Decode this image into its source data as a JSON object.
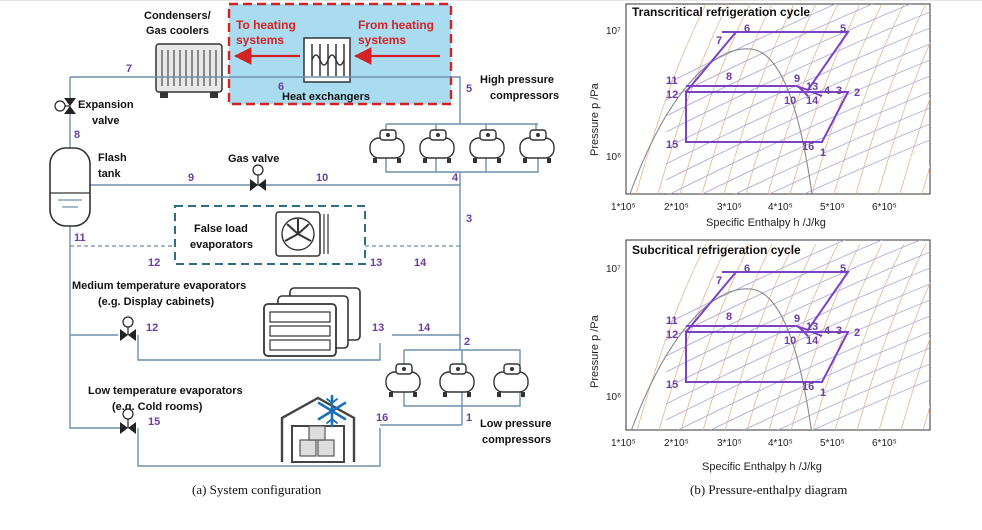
{
  "left": {
    "labels": {
      "condensers": "Condensers/",
      "gas_coolers": "Gas coolers",
      "to_heating_1": "To heating",
      "to_heating_2": "systems",
      "from_heating_1": "From heating",
      "from_heating_2": "systems",
      "heat_exchangers": "Heat exchangers",
      "high_pressure_1": "High pressure",
      "high_pressure_2": "compressors",
      "expansion_1": "Expansion",
      "expansion_2": "valve",
      "flash_1": "Flash",
      "flash_2": "tank",
      "gas_valve": "Gas valve",
      "false_load_1": "False load",
      "false_load_2": "evaporators",
      "mt_1": "Medium temperature evaporators",
      "mt_2": "(e.g. Display cabinets)",
      "lt_1": "Low temperature evaporators",
      "lt_2": "(e.g. Cold rooms)",
      "low_pressure_1": "Low pressure",
      "low_pressure_2": "compressors"
    },
    "state_points": {
      "p7": "7",
      "p6": "6",
      "p5": "5",
      "p8": "8",
      "p9": "9",
      "p10": "10",
      "p4": "4",
      "p3": "3",
      "p11": "11",
      "p12a": "12",
      "p13a": "13",
      "p14a": "14",
      "p12b": "12",
      "p13b": "13",
      "p14b": "14",
      "p2": "2",
      "p15": "15",
      "p16": "16",
      "p1": "1"
    },
    "caption": "(a) System configuration"
  },
  "right": {
    "caption": "(b) Pressure-enthalpy diagram",
    "charts": [
      {
        "title": "Transcritical refrigeration cycle",
        "ylabel": "Pressure p /Pa",
        "xlabel": "Specific Enthalpy h /J/kg",
        "yticks": [
          "10⁷",
          "10⁶"
        ],
        "xticks": [
          "1*10⁵",
          "2*10⁵",
          "3*10⁵",
          "4*10⁵",
          "5*10⁵",
          "6*10⁵"
        ],
        "points": {
          "p7": "7",
          "p6": "6",
          "p5": "5",
          "p8": "8",
          "p11": "11",
          "p9": "9",
          "p13": "13",
          "p4": "4",
          "p3": "3",
          "p12": "12",
          "p10": "10",
          "p14": "14",
          "p2": "2",
          "p15": "15",
          "p16": "16",
          "p1": "1"
        }
      },
      {
        "title": "Subcritical refrigeration cycle",
        "ylabel": "Pressure p /Pa",
        "xlabel": "Specific Enthalpy h /J/kg",
        "yticks": [
          "10⁷",
          "10⁶"
        ],
        "xticks": [
          "1*10⁵",
          "2*10⁵",
          "3*10⁵",
          "4*10⁵",
          "5*10⁵",
          "6*10⁵"
        ],
        "points": {
          "p7": "7",
          "p6": "6",
          "p5": "5",
          "p8": "8",
          "p11": "11",
          "p9": "9",
          "p13": "13",
          "p4": "4",
          "p3": "3",
          "p12": "12",
          "p10": "10",
          "p14": "14",
          "p2": "2",
          "p15": "15",
          "p16": "16",
          "p1": "1"
        }
      }
    ],
    "colors": {
      "cycle": "#7b42c4",
      "isotherm": "#e9b48c",
      "isochore": "#a9a9da",
      "dome": "#8a8a8a"
    }
  }
}
